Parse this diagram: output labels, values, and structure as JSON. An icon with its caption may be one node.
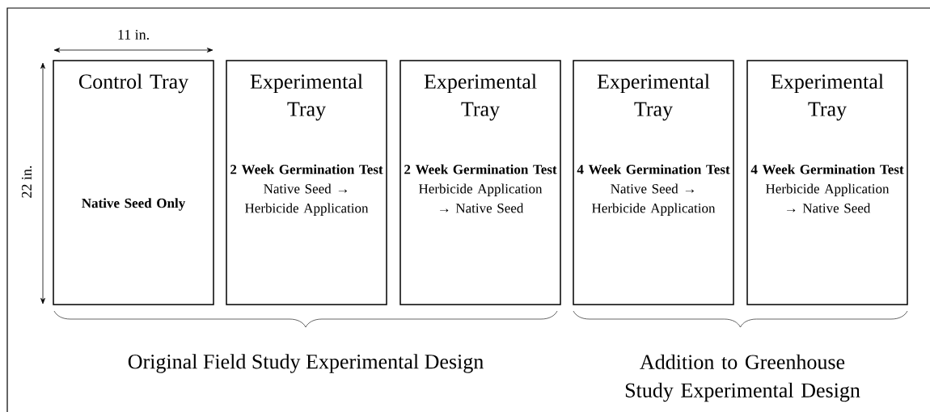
{
  "diagram": {
    "nodes": [
      {
        "text": [
          "Control Tray",
          "Native Seed Only"
        ]
      },
      {
        "text": [
          "Experimental Tray",
          "2 Week Germination Test",
          "Native Seed → Herbicide Application"
        ]
      },
      {
        "text": [
          "Experimental Tray",
          "2 Week Germination Test",
          "Herbicide Application → Native Seed"
        ]
      },
      {
        "text": [
          "Experimental Tray",
          "4 Week Germination Test",
          "Native Seed → Herbicide Application"
        ]
      },
      {
        "text": [
          "Experimental Tray",
          "4 Week Germination Test",
          "Herbicide Application → Native Seed"
        ]
      }
    ],
    "labels": [
      "11 in.",
      "22 in.",
      "Original Field Study Experimental Design",
      "Addition to Greenhouse Study Experimental Design"
    ]
  }
}
